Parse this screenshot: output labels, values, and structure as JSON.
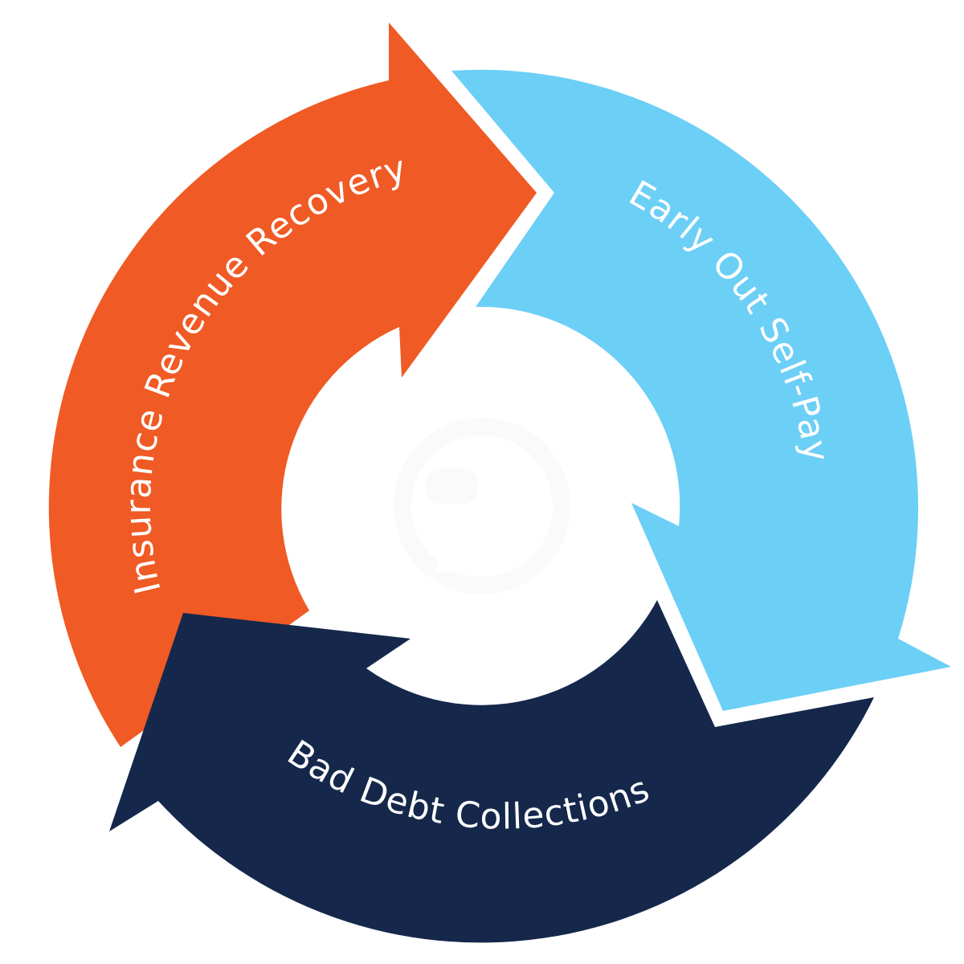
{
  "diagram": {
    "type": "cycle",
    "steps": [
      {
        "label": "Insurance Revenue Recovery",
        "color": "#f05a24",
        "order": 1,
        "next": "Early Out Self-Pay"
      },
      {
        "label": "Early Out Self-Pay",
        "color": "#6ccff6",
        "order": 2,
        "next": "Bad Debt Collections"
      },
      {
        "label": "Bad Debt Collections",
        "color": "#15284b",
        "order": 3,
        "next": "Insurance Revenue Recovery"
      }
    ],
    "center_logo": {
      "icon": "brand-logo-icon",
      "color": "#fafafa"
    },
    "background": "#ffffff",
    "text_color": "#ffffff"
  }
}
